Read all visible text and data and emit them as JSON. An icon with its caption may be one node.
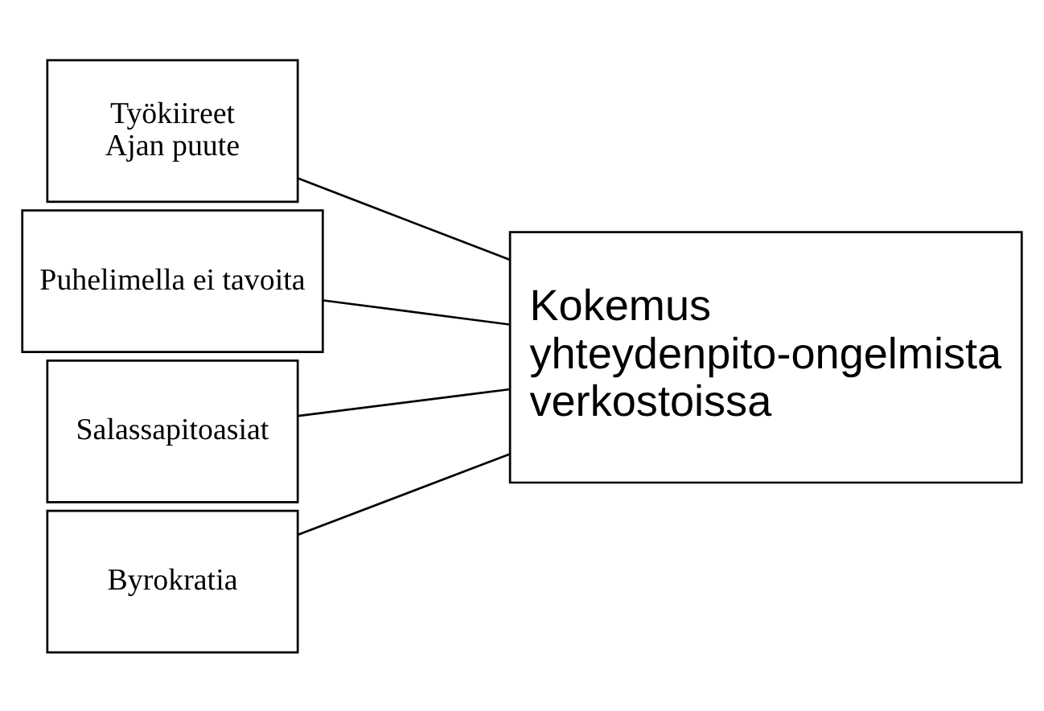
{
  "diagram": {
    "nodes": [
      {
        "text": [
          "Työkiireet",
          "Ajan puute"
        ]
      },
      {
        "text": [
          "Puhelimella ei tavoita"
        ]
      },
      {
        "text": [
          "Salassapitoasiat"
        ]
      },
      {
        "text": [
          "Byrokratia"
        ]
      },
      {
        "text": [
          "Kokemus yhteydenpito-ongelmista verkostoissa"
        ]
      }
    ],
    "edges": [
      {
        "from": 0,
        "to": 4,
        "arrow": "none"
      },
      {
        "from": 1,
        "to": 4,
        "arrow": "none"
      },
      {
        "from": 2,
        "to": 4,
        "arrow": "none"
      },
      {
        "from": 3,
        "to": 4,
        "arrow": "none"
      }
    ]
  }
}
